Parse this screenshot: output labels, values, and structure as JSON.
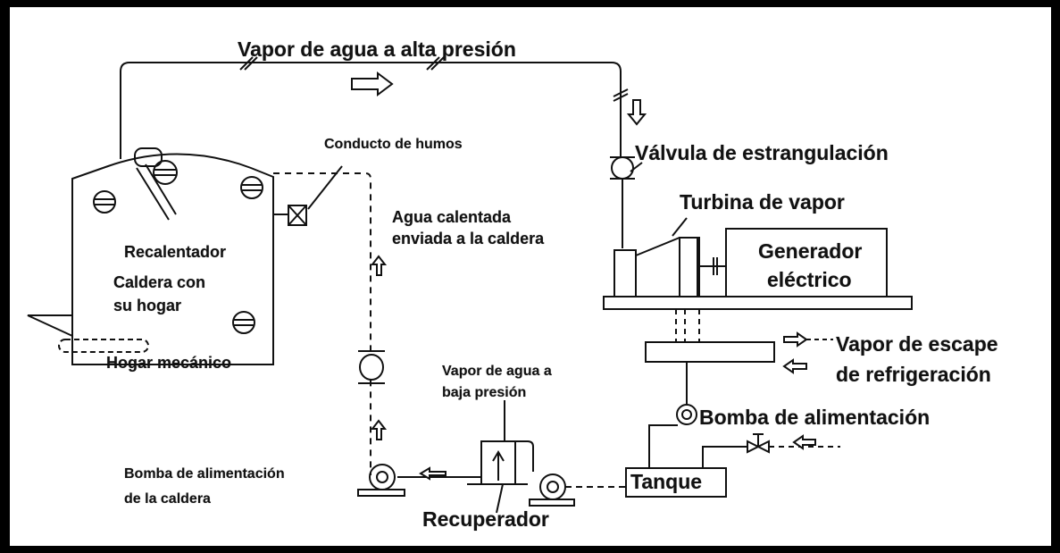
{
  "labels": {
    "high_pressure_steam": "Vapor de agua a alta presión",
    "flue_duct": "Conducto de humos",
    "throttle_valve": "Válvula de estrangulación",
    "steam_turbine": "Turbina de vapor",
    "heated_water_line1": "Agua calentada",
    "heated_water_line2": "enviada a la caldera",
    "reheater": "Recalentador",
    "boiler_line1": "Caldera con",
    "boiler_line2": "su hogar",
    "generator_line1": "Generador",
    "generator_line2": "eléctrico",
    "mechanical_furnace": "Hogar mecánico",
    "exhaust_line1": "Vapor de escape",
    "exhaust_line2": "de refrigeración",
    "low_pressure_line1": "Vapor de agua a",
    "low_pressure_line2": "baja presión",
    "feed_pump": "Bomba de alimentación",
    "boiler_feed_pump_line1": "Bomba de alimentación",
    "boiler_feed_pump_line2": "de la caldera",
    "tank": "Tanque",
    "recuperator": "Recuperador"
  },
  "colors": {
    "ink": "#111111",
    "background": "#ffffff",
    "frame": "#000000"
  }
}
